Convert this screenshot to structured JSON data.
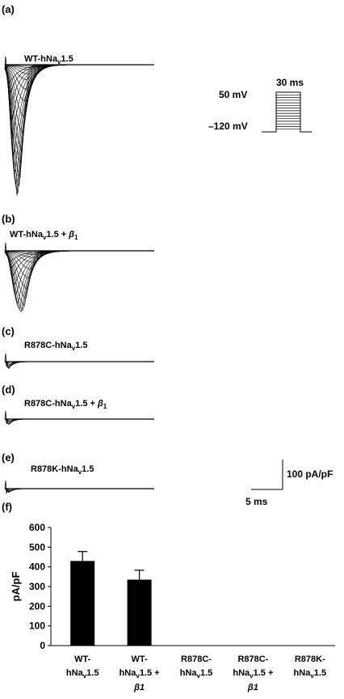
{
  "panels": {
    "a": {
      "letter": "(a)",
      "name": "WT-hNa",
      "sub": "v",
      "suffix": "1.5",
      "beta": "",
      "beta_sub": ""
    },
    "b": {
      "letter": "(b)",
      "name": "WT-hNa",
      "sub": "v",
      "suffix": "1.5 + ",
      "beta": "β",
      "beta_sub": "1"
    },
    "c": {
      "letter": "(c)",
      "name": "R878C-hNa",
      "sub": "v",
      "suffix": "1.5",
      "beta": "",
      "beta_sub": ""
    },
    "d": {
      "letter": "(d)",
      "name": "R878C-hNa",
      "sub": "v",
      "suffix": "1.5 + ",
      "beta": "β",
      "beta_sub": "1"
    },
    "e": {
      "letter": "(e)",
      "name": "R878K-hNa",
      "sub": "v",
      "suffix": "1.5",
      "beta": "",
      "beta_sub": ""
    },
    "f": {
      "letter": "(f)"
    }
  },
  "protocol": {
    "duration": "30 ms",
    "top_voltage": "50 mV",
    "bottom_voltage": "–120 mV"
  },
  "scalebar": {
    "current": "100 pA/pF",
    "time": "5 ms"
  },
  "chart_data": {
    "type": "bar",
    "ylabel": "pA/pF",
    "ylim": [
      0,
      600
    ],
    "yticks": [
      "0",
      "100",
      "200",
      "300",
      "400",
      "500",
      "600"
    ],
    "categories": [
      {
        "line1": "WT-",
        "line2a": "hNa",
        "line2sub": "v",
        "line2b": "1.5",
        "line3": ""
      },
      {
        "line1": "WT-",
        "line2a": "hNa",
        "line2sub": "v",
        "line2b": "1.5 +",
        "line3": "β1"
      },
      {
        "line1": "R878C-",
        "line2a": "hNa",
        "line2sub": "v",
        "line2b": "1.5",
        "line3": ""
      },
      {
        "line1": "R878C-",
        "line2a": "hNa",
        "line2sub": "v",
        "line2b": "1.5 +",
        "line3": "β1"
      },
      {
        "line1": "R878K-",
        "line2a": "hNa",
        "line2sub": "v",
        "line2b": "1.5",
        "line3": ""
      }
    ],
    "values": [
      430,
      335,
      0,
      0,
      0
    ],
    "errors": [
      48,
      48,
      0,
      0,
      0
    ],
    "color": "#000000"
  }
}
